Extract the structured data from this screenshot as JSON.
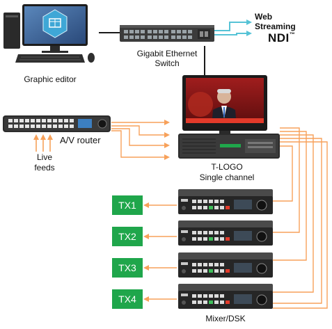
{
  "labels": {
    "graphic_editor": "Graphic editor",
    "switch_line1": "Gigabit Ethernet",
    "switch_line2": "Switch",
    "web_line1": "Web",
    "web_line2": "Streaming",
    "ndi": "NDI",
    "ndi_mark": "™",
    "av_router": "A/V router",
    "live_line1": "Live",
    "live_line2": "feeds",
    "tlogo_line1": "T-LOGO",
    "tlogo_line2": "Single channel",
    "mixer": "Mixer/DSK"
  },
  "transmitters": [
    "TX1",
    "TX2",
    "TX3",
    "TX4"
  ],
  "colors": {
    "orange_signal": "#f7a15a",
    "network_line": "#1a1a1a",
    "streaming_arrow": "#56c3d6",
    "tx_green": "#1fa64b"
  }
}
